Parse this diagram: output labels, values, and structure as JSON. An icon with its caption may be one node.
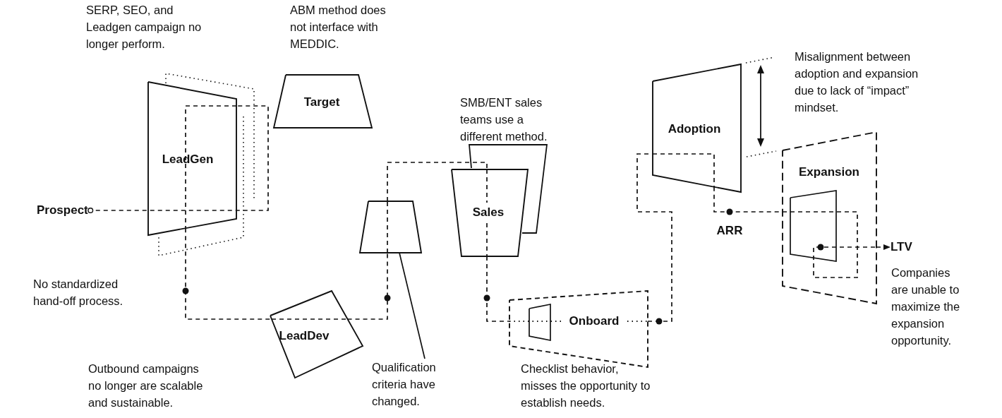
{
  "diagram": {
    "nodes": [
      {
        "text": [
          "Prospect"
        ]
      },
      {
        "text": [
          "LeadGen"
        ]
      },
      {
        "text": [
          "Target"
        ]
      },
      {
        "text": [
          "LeadDev"
        ]
      },
      {
        "text": [],
        "shape": "trapezoid"
      },
      {
        "text": [
          "Sales"
        ]
      },
      {
        "text": [
          "Onboard"
        ]
      },
      {
        "text": [
          "Adoption"
        ]
      },
      {
        "text": [
          "Expansion"
        ]
      },
      {
        "text": [
          "LTV"
        ]
      },
      {
        "text": [
          "Qualification criteria have changed."
        ]
      }
    ],
    "edges": [
      {
        "from": 0,
        "to": 1,
        "arrow": "other",
        "style": "dashed"
      },
      {
        "from": 1,
        "to": 3,
        "arrow": "none",
        "style": "dashed"
      },
      {
        "from": 3,
        "to": 4,
        "arrow": "none",
        "style": "dashed"
      },
      {
        "from": 4,
        "to": 5,
        "arrow": "none",
        "style": "dashed"
      },
      {
        "from": 5,
        "to": 6,
        "arrow": "none",
        "style": "dashed"
      },
      {
        "from": 6,
        "to": 7,
        "arrow": "none",
        "style": "dashed"
      },
      {
        "from": 7,
        "to": 8,
        "arrow": "none",
        "style": "dashed",
        "label": "ARR"
      },
      {
        "from": 8,
        "to": 9,
        "arrow": "to",
        "style": "dashed"
      },
      {
        "from": 10,
        "to": 4,
        "arrow": "none"
      }
    ],
    "labels": [
      "SERP, SEO, and Leadgen campaign no longer perform.",
      "ABM method does not interface with MEDDIC.",
      "SMB/ENT sales teams use a different method.",
      "Misalignment between adoption and expansion due to lack of “impact” mindset.",
      "No standardized hand-off process.",
      "Companies are unable to maximize the expansion opportunity.",
      "Outbound campaigns no longer are scalable and sustainable.",
      "Checklist behavior, misses the opportunity to establish needs."
    ]
  }
}
